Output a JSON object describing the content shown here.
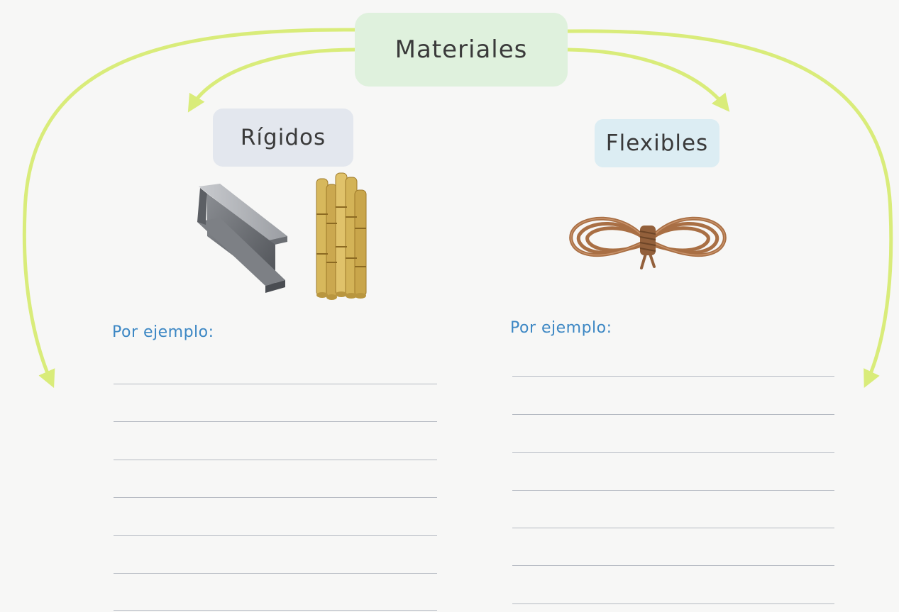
{
  "title": "Materiales",
  "branches": [
    {
      "name": "Rígidos",
      "example_label": "Por ejemplo:",
      "images": [
        "steel-i-beam",
        "bamboo-canes"
      ],
      "blank_lines": 7
    },
    {
      "name": "Flexibles",
      "example_label": "Por ejemplo:",
      "images": [
        "coiled-rope"
      ],
      "blank_lines": 7
    }
  ],
  "colors": {
    "arrow": "#d9ec7a",
    "title_box": "#dff1dd",
    "rigid_box": "#e3e7ee",
    "flex_box": "#dcedf3",
    "example_text": "#3c87c4",
    "writing_line": "#b5bac2"
  }
}
